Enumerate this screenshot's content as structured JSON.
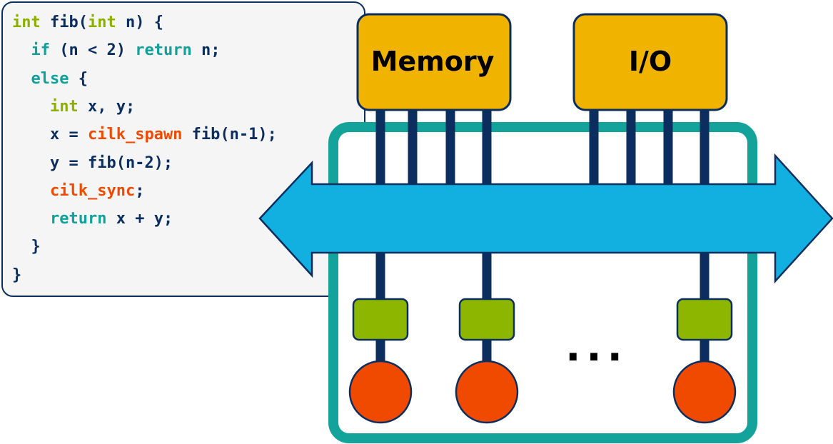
{
  "code": {
    "lines": [
      [
        {
          "t": "int",
          "c": "type"
        },
        {
          "t": " fib(",
          "c": "plain"
        },
        {
          "t": "int",
          "c": "type"
        },
        {
          "t": " n) {",
          "c": "plain"
        }
      ],
      [
        {
          "t": "  ",
          "c": "plain"
        },
        {
          "t": "if",
          "c": "ctrl"
        },
        {
          "t": " (n < 2) ",
          "c": "plain"
        },
        {
          "t": "return",
          "c": "ctrl"
        },
        {
          "t": " n;",
          "c": "plain"
        }
      ],
      [
        {
          "t": "  ",
          "c": "plain"
        },
        {
          "t": "else",
          "c": "ctrl"
        },
        {
          "t": " {",
          "c": "plain"
        }
      ],
      [
        {
          "t": "    ",
          "c": "plain"
        },
        {
          "t": "int",
          "c": "type"
        },
        {
          "t": " x, y;",
          "c": "plain"
        }
      ],
      [
        {
          "t": "    x = ",
          "c": "plain"
        },
        {
          "t": "cilk_spawn",
          "c": "cilk"
        },
        {
          "t": " fib(n-1);",
          "c": "plain"
        }
      ],
      [
        {
          "t": "    y = fib(n-2);",
          "c": "plain"
        }
      ],
      [
        {
          "t": "    ",
          "c": "plain"
        },
        {
          "t": "cilk_sync",
          "c": "cilk"
        },
        {
          "t": ";",
          "c": "plain"
        }
      ],
      [
        {
          "t": "    ",
          "c": "plain"
        },
        {
          "t": "return",
          "c": "ctrl"
        },
        {
          "t": " x + y;",
          "c": "plain"
        }
      ],
      [
        {
          "t": "  }",
          "c": "plain"
        }
      ],
      [
        {
          "t": "}",
          "c": "plain"
        }
      ]
    ]
  },
  "diagram": {
    "memory_label": "Memory",
    "io_label": "I/O",
    "ellipsis": "...",
    "processor_count_shown": 3
  },
  "colors": {
    "code_background": "#f5f5f5",
    "code_border": "#0b2e5f",
    "keyword_type": "#8faf00",
    "keyword_control": "#12a09a",
    "keyword_cilk": "#f04a00",
    "code_text": "#0b2e5f",
    "box_fill": "#f0b400",
    "box_border": "#0b2e5f",
    "chip_outline": "#14a39a",
    "bus_arrow": "#11b0e0",
    "wire": "#0b2e5f",
    "cache": "#8db600",
    "core": "#f04a00"
  }
}
